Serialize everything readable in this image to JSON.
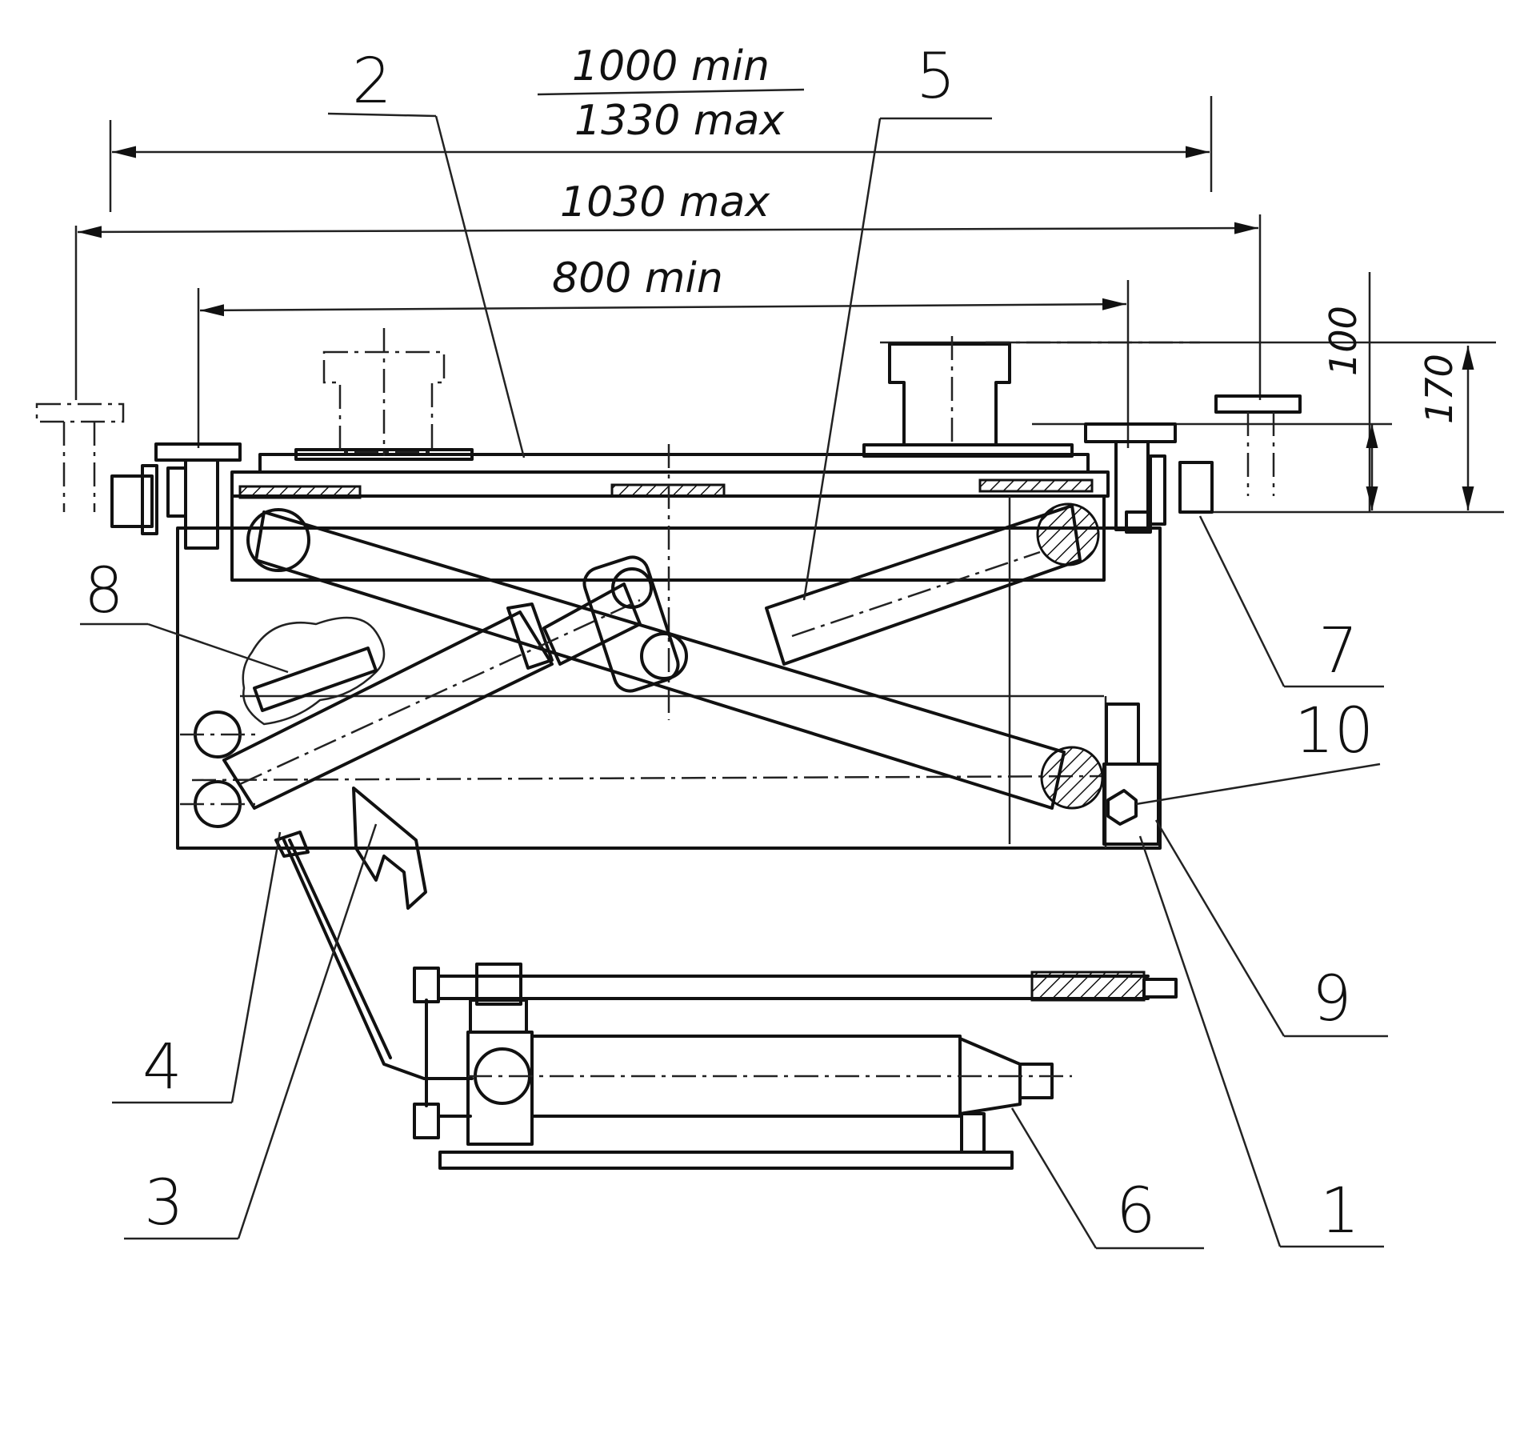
{
  "dimensions": {
    "span_min": "1000 min",
    "span_max": "1330 max",
    "width_max": "1030 max",
    "width_min": "800 min",
    "height_small": "100",
    "height_large": "170"
  },
  "callouts": [
    "1",
    "2",
    "3",
    "4",
    "5",
    "6",
    "7",
    "8",
    "9",
    "10"
  ]
}
